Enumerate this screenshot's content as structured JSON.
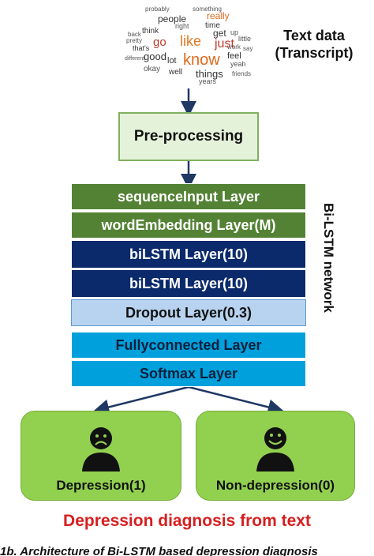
{
  "word_cloud": {
    "words": [
      {
        "t": "probably",
        "c": "#555"
      },
      {
        "t": "something",
        "c": "#555"
      },
      {
        "t": "really",
        "c": "#e06a1c"
      },
      {
        "t": "people",
        "c": "#333"
      },
      {
        "t": "time",
        "c": "#333"
      },
      {
        "t": "think",
        "c": "#333"
      },
      {
        "t": "go",
        "c": "#c0392b"
      },
      {
        "t": "like",
        "c": "#e07b24"
      },
      {
        "t": "just",
        "c": "#c0392b"
      },
      {
        "t": "get",
        "c": "#333"
      },
      {
        "t": "up",
        "c": "#555"
      },
      {
        "t": "little",
        "c": "#555"
      },
      {
        "t": "that's",
        "c": "#333"
      },
      {
        "t": "good",
        "c": "#333"
      },
      {
        "t": "know",
        "c": "#e06a1c"
      },
      {
        "t": "feel",
        "c": "#333"
      },
      {
        "t": "pretty",
        "c": "#555"
      },
      {
        "t": "lot",
        "c": "#333"
      },
      {
        "t": "okay",
        "c": "#555"
      },
      {
        "t": "well",
        "c": "#333"
      },
      {
        "t": "things",
        "c": "#333"
      },
      {
        "t": "yeah",
        "c": "#555"
      },
      {
        "t": "years",
        "c": "#555"
      },
      {
        "t": "friends",
        "c": "#555"
      },
      {
        "t": "back",
        "c": "#555"
      },
      {
        "t": "different",
        "c": "#555"
      },
      {
        "t": "work",
        "c": "#555"
      },
      {
        "t": "right",
        "c": "#555"
      },
      {
        "t": "say",
        "c": "#555"
      }
    ]
  },
  "text_data_label": {
    "line1": "Text data",
    "line2": "(Transcript)"
  },
  "preprocessing_label": "Pre-processing",
  "layers": [
    {
      "label": "sequenceInput Layer",
      "style": "green"
    },
    {
      "label": "wordEmbedding Layer(M)",
      "style": "green"
    },
    {
      "label": "biLSTM Layer(10)",
      "style": "navy"
    },
    {
      "label": "biLSTM Layer(10)",
      "style": "navy"
    },
    {
      "label": "Dropout Layer(0.3)",
      "style": "pale"
    },
    {
      "label": "Fullyconnected Layer",
      "style": "cyan"
    },
    {
      "label": "Softmax Layer",
      "style": "cyan"
    }
  ],
  "network_label": "Bi-LSTM network",
  "outcomes": [
    {
      "label": "Depression(1)",
      "face": "sad"
    },
    {
      "label": "Non-depression(0)",
      "face": "happy"
    }
  ],
  "diagnosis_title": "Depression diagnosis from text",
  "caption": "1b. Architecture of Bi-LSTM based depression diagnosis",
  "colors": {
    "arrow": "#1f3864",
    "layer_green": "#548235",
    "layer_navy": "#0b2a6b",
    "layer_pale": "#b7d3ef",
    "layer_cyan": "#00a0dc",
    "outcome_fill": "#92d050",
    "title_red": "#d61f1f"
  }
}
